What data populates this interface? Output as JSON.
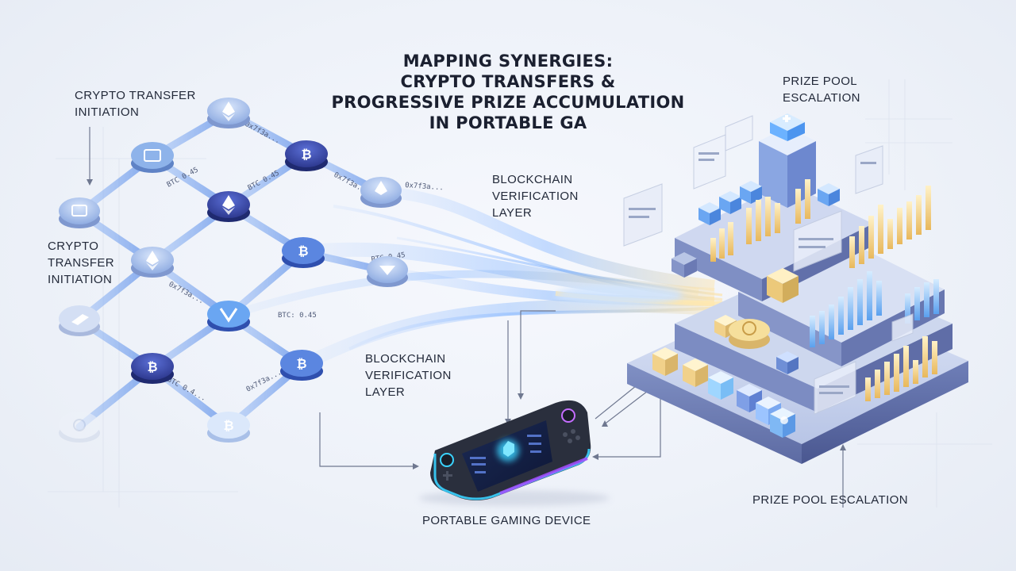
{
  "title": {
    "line1": "MAPPING SYNERGIES:",
    "line2": "CRYPTO TRANSFERS &",
    "line3": "PROGRESSIVE PRIZE ACCUMULATION",
    "line4": "IN PORTABLE GA"
  },
  "labels": {
    "crypto_top": {
      "line1": "CRYPTO TRANSFER",
      "line2": "INITIATION"
    },
    "crypto_left": {
      "line1": "CRYPTO",
      "line2": "TRANSFER",
      "line3": "INITIATION"
    },
    "blockchain_top": {
      "line1": "BLOCKCHAIN",
      "line2": "VERIFICATION",
      "line3": "LAYER"
    },
    "blockchain_bottom": {
      "line1": "BLOCKCHAIN",
      "line2": "VERIFICATION",
      "line3": "LAYER"
    },
    "prize_top": {
      "line1": "PRIZE POOL",
      "line2": "ESCALATION"
    },
    "prize_bottom": "PRIZE POOL ESCALATION",
    "device": "PORTABLE GAMING DEVICE"
  },
  "tx_chips": [
    "0x7f3a...",
    "BTC 0.45",
    "BTC 0.45",
    "0x7f3a...",
    "0x7f3a...",
    "BTC 0.45",
    "BTC: 0.45",
    "0x7f3a...",
    "BTC 0.4...",
    "0x7f3a..."
  ],
  "colors": {
    "node_dark": "#3d4fb0",
    "node_light": "#a9c4f2",
    "flow": "#7fb0ff",
    "gold": "#f4d48a",
    "accent_purple": "#a64dff",
    "accent_cyan": "#3ad3ff"
  },
  "icons": [
    "ethereum-icon",
    "bitcoin-icon",
    "wallet-icon",
    "prize-cross-icon"
  ]
}
